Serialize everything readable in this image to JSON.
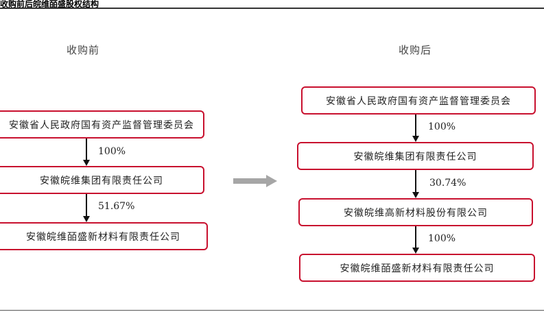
{
  "title": "收购前后皖维皕盛股权结构",
  "before": {
    "label": "收购前",
    "nodes": [
      "安徽省人民政府国有资产监督管理委员会",
      "安徽皖维集团有限责任公司",
      "安徽皖维皕盛新材料有限责任公司"
    ],
    "edges": [
      "100%",
      "51.67%"
    ]
  },
  "after": {
    "label": "收购后",
    "nodes": [
      "安徽省人民政府国有资产监督管理委员会",
      "安徽皖维集团有限责任公司",
      "安徽皖维高新材料股份有限公司",
      "安徽皖维皕盛新材料有限责任公司"
    ],
    "edges": [
      "100%",
      "30.74%",
      "100%"
    ]
  },
  "colors": {
    "box_border": "#c8102e",
    "transition_arrow": "#a6a6a6",
    "ownership_arrow": "#111111"
  }
}
